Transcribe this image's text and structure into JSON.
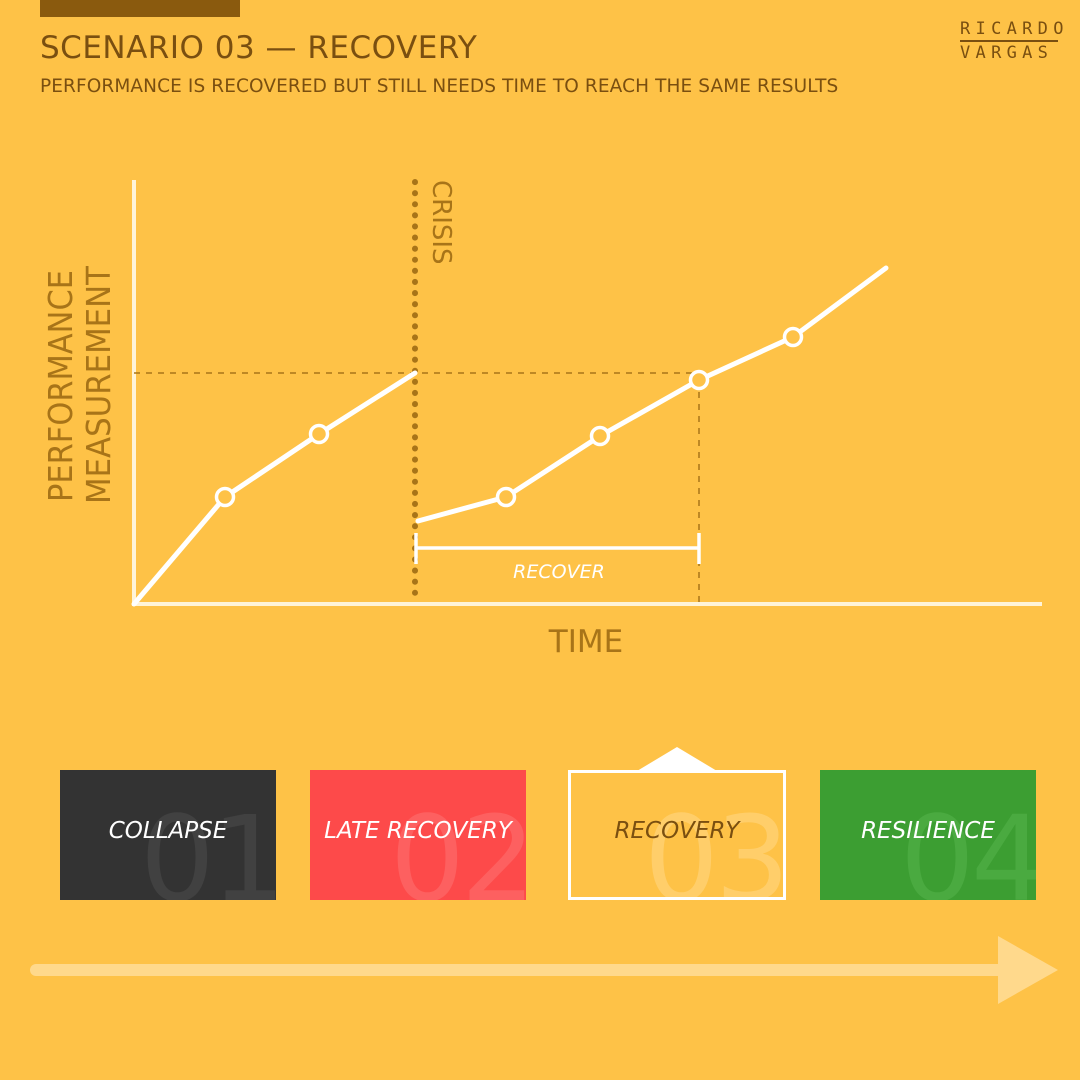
{
  "header": {
    "title": "SCENARIO 03 — RECOVERY",
    "subtitle": "PERFORMANCE IS RECOVERED BUT STILL NEEDS TIME TO REACH THE SAME RESULTS"
  },
  "logo": {
    "line1": "RICARDO",
    "line2": "VARGAS"
  },
  "diagram": {
    "y_axis_label_line1": "PERFORMANCE",
    "y_axis_label_line2": "MEASUREMENT",
    "x_axis_label": "TIME",
    "crisis_label": "CRISIS",
    "recover_label": "RECOVER"
  },
  "scenarios": [
    {
      "number": "01",
      "label": "COLLAPSE",
      "color": "#333333"
    },
    {
      "number": "02",
      "label": "LATE RECOVERY",
      "color": "#fd4a4a"
    },
    {
      "number": "03",
      "label": "RECOVERY",
      "color": "#fec247",
      "selected": true
    },
    {
      "number": "04",
      "label": "RESILIENCE",
      "color": "#3c9e32"
    }
  ],
  "colors": {
    "background": "#fec247",
    "accent_dark": "#7a4f10",
    "line": "#ffffff"
  }
}
